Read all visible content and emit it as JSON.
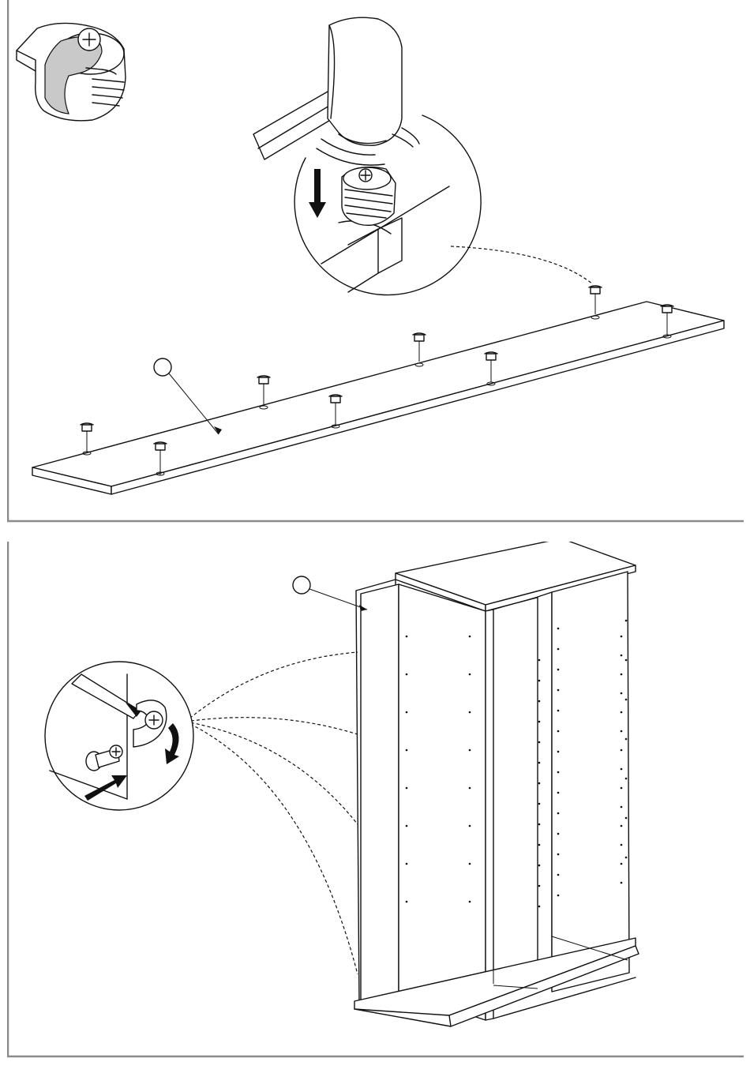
{
  "steps": [
    {
      "id": 1,
      "callout_circle_label": "",
      "parts_count": 8,
      "parts": [
        "cam-lock-housing"
      ],
      "action": "hammer-in",
      "icons": [
        "hammer-icon",
        "down-arrow-icon",
        "cam-lock-icon",
        "magnifier-detail-icon"
      ]
    },
    {
      "id": 2,
      "callout_circle_label": "",
      "parts": [
        "cam-lock-housing",
        "cam-bolt"
      ],
      "action": "screwdriver-turn-clockwise",
      "icons": [
        "screwdriver-icon",
        "push-arrow-icon",
        "rotate-arrow-icon",
        "cabinet-frame-icon"
      ]
    }
  ],
  "colors": {
    "line": "#111111",
    "frame": "#8a8a8a",
    "shade": "#c9c9c9",
    "background": "#ffffff"
  }
}
